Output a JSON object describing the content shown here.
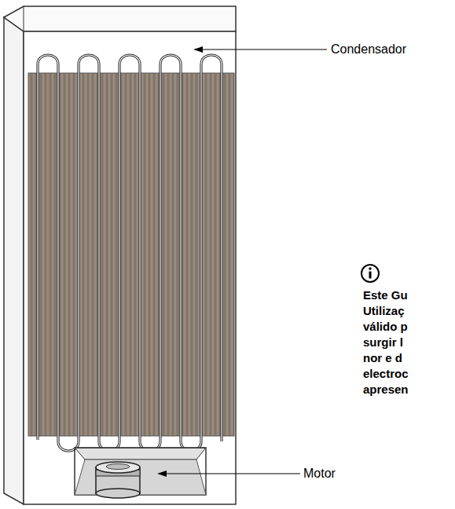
{
  "diagram": {
    "labels": [
      "Condensador",
      "Motor",
      "Este Gu Utilizaç válido p surgir l nor e d electroc apresen"
    ]
  }
}
